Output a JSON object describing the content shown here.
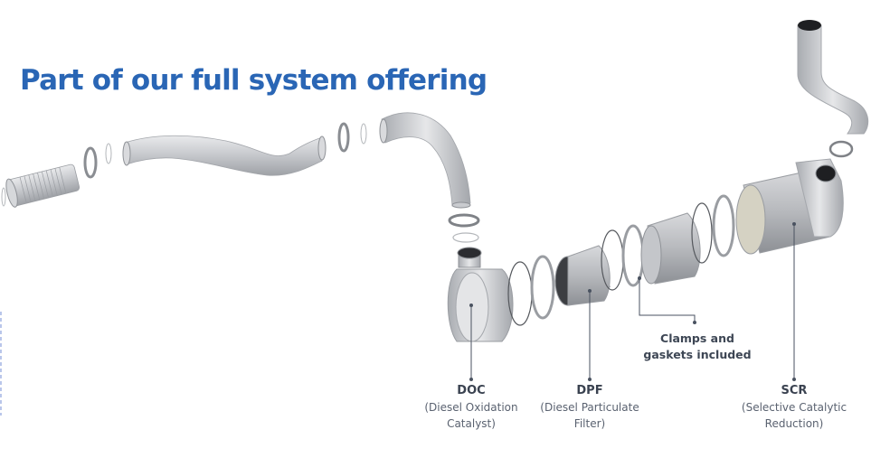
{
  "header": {
    "title": "Part of our full system offering"
  },
  "colors": {
    "title": "#2a66b5",
    "label_text": "#3d4654",
    "leader_line": "#4a5260",
    "metal": "#c4c7cc"
  },
  "callouts": {
    "doc": {
      "abbr": "DOC",
      "desc_line1": "(Diesel Oxidation",
      "desc_line2": "Catalyst)"
    },
    "dpf": {
      "abbr": "DPF",
      "desc_line1": "(Diesel Particulate",
      "desc_line2": "Filter)"
    },
    "scr": {
      "abbr": "SCR",
      "desc_line1": "(Selective Catalytic",
      "desc_line2": "Reduction)"
    },
    "clamps": {
      "line1": "Clamps and",
      "line2": "gaskets included"
    }
  },
  "illustration": {
    "components": [
      "flex-pipe",
      "clamp",
      "gasket",
      "s-pipe",
      "elbow-pipe",
      "doc-module",
      "dpf-module",
      "scr-module",
      "outlet-pipe"
    ]
  }
}
